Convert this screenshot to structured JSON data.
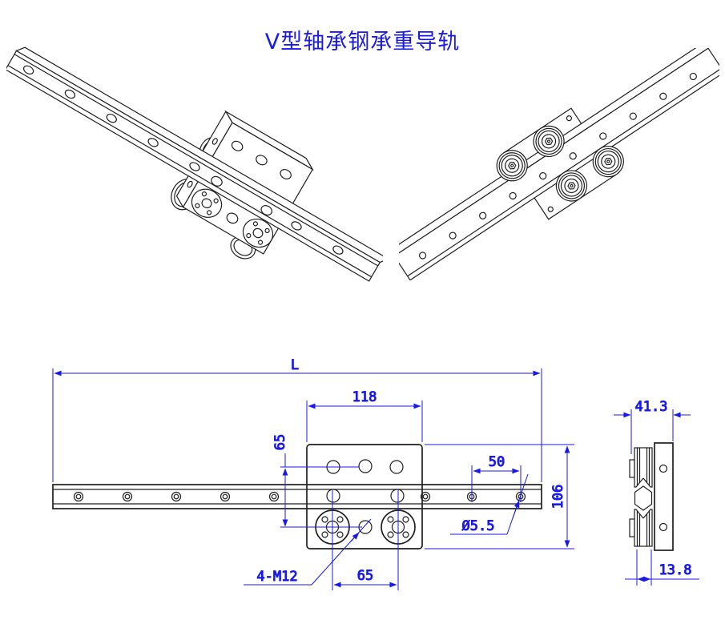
{
  "title": "V型轴承钢承重导轨",
  "colors": {
    "dimension": "#1a1ae6",
    "line": "#1f1f1f",
    "background": "#ffffff"
  },
  "dimensions": {
    "overall_length": "L",
    "carriage_width": "118",
    "hole_row_offset": "65",
    "rail_hole_pitch": "50",
    "carriage_height": "106",
    "rail_hole_dia": "Ø5.5",
    "thread_callout": "4-M12",
    "bearing_spacing": "65",
    "assembly_width": "41.3",
    "roller_width": "13.8"
  }
}
